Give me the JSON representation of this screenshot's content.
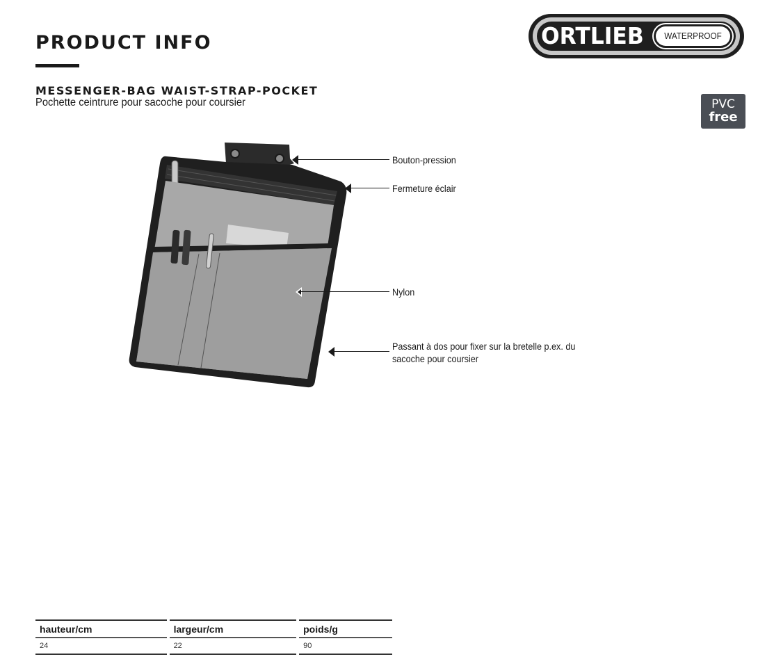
{
  "header": {
    "title": "PRODUCT INFO",
    "brand": {
      "name": "ORTLIEB",
      "badge": "WATERPROOF"
    },
    "material_badge": {
      "line1": "PVC",
      "line2": "free"
    }
  },
  "product": {
    "name": "MESSENGER-BAG WAIST-STRAP-POCKET",
    "subtitle": "Pochette ceintrure pour sacoche pour coursier"
  },
  "callouts": [
    {
      "label": "Bouton-pression"
    },
    {
      "label": "Fermeture éclair"
    },
    {
      "label": "Nylon"
    },
    {
      "label_line1": "Passant à dos pour fixer sur la bretelle p.ex. du",
      "label_line2": "sacoche pour coursier"
    }
  ],
  "specs": {
    "columns": [
      "hauteur/cm",
      "largeur/cm",
      "poids/g"
    ],
    "rows": [
      [
        "24",
        "22",
        "90"
      ]
    ]
  },
  "colors": {
    "text": "#1a1a1a",
    "badge_bg": "#4a4e55",
    "fabric": "#a8a8a8",
    "binding": "#1f1f1f"
  }
}
